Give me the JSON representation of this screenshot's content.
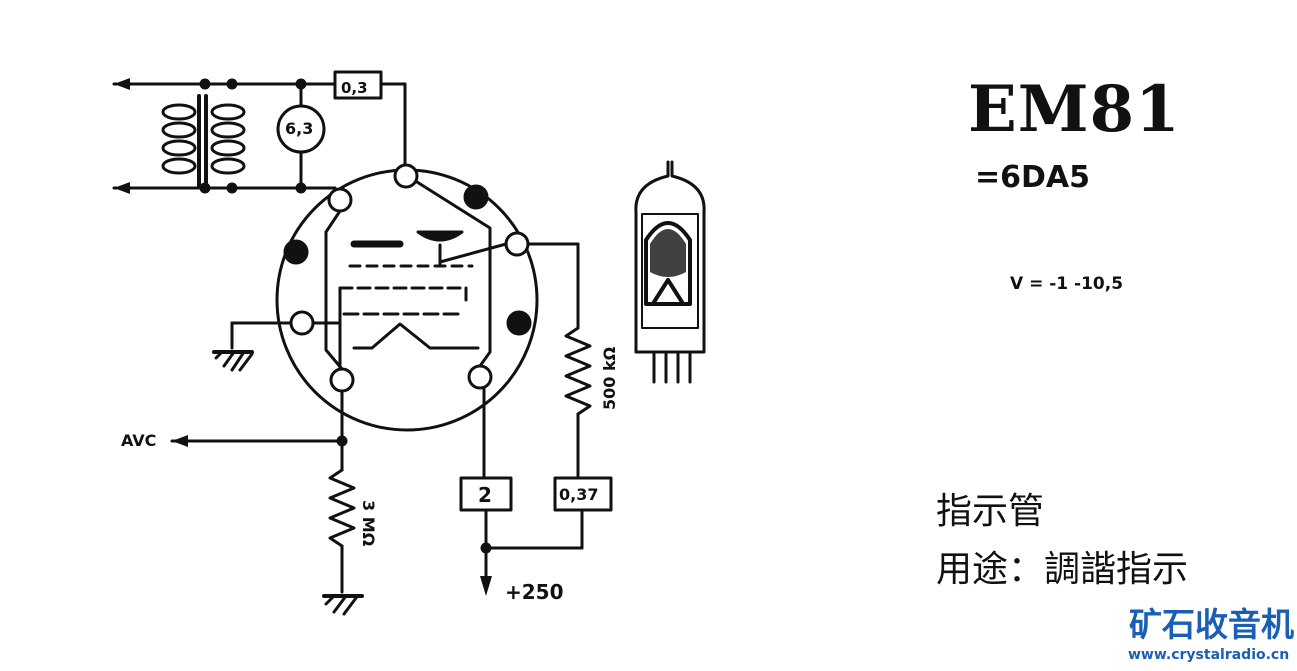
{
  "header": {
    "tube_model": "EM81",
    "equivalent": "=6DA5",
    "voltage_spec": "V = -1  -10,5"
  },
  "description": {
    "line1": "指示管",
    "line2": "用途：調諧指示"
  },
  "schematic": {
    "heater_current": "0,3",
    "heater_voltage": "6,3",
    "anode_resistor": "2",
    "screen_resistor": "0,37",
    "load_resistor": "500 kΩ",
    "grid_resistor": "3 MΩ",
    "avc_label": "AVC",
    "supply_label": "+250"
  },
  "watermark": {
    "brand": "矿石收音机",
    "site": "www.crystalradio.cn"
  }
}
